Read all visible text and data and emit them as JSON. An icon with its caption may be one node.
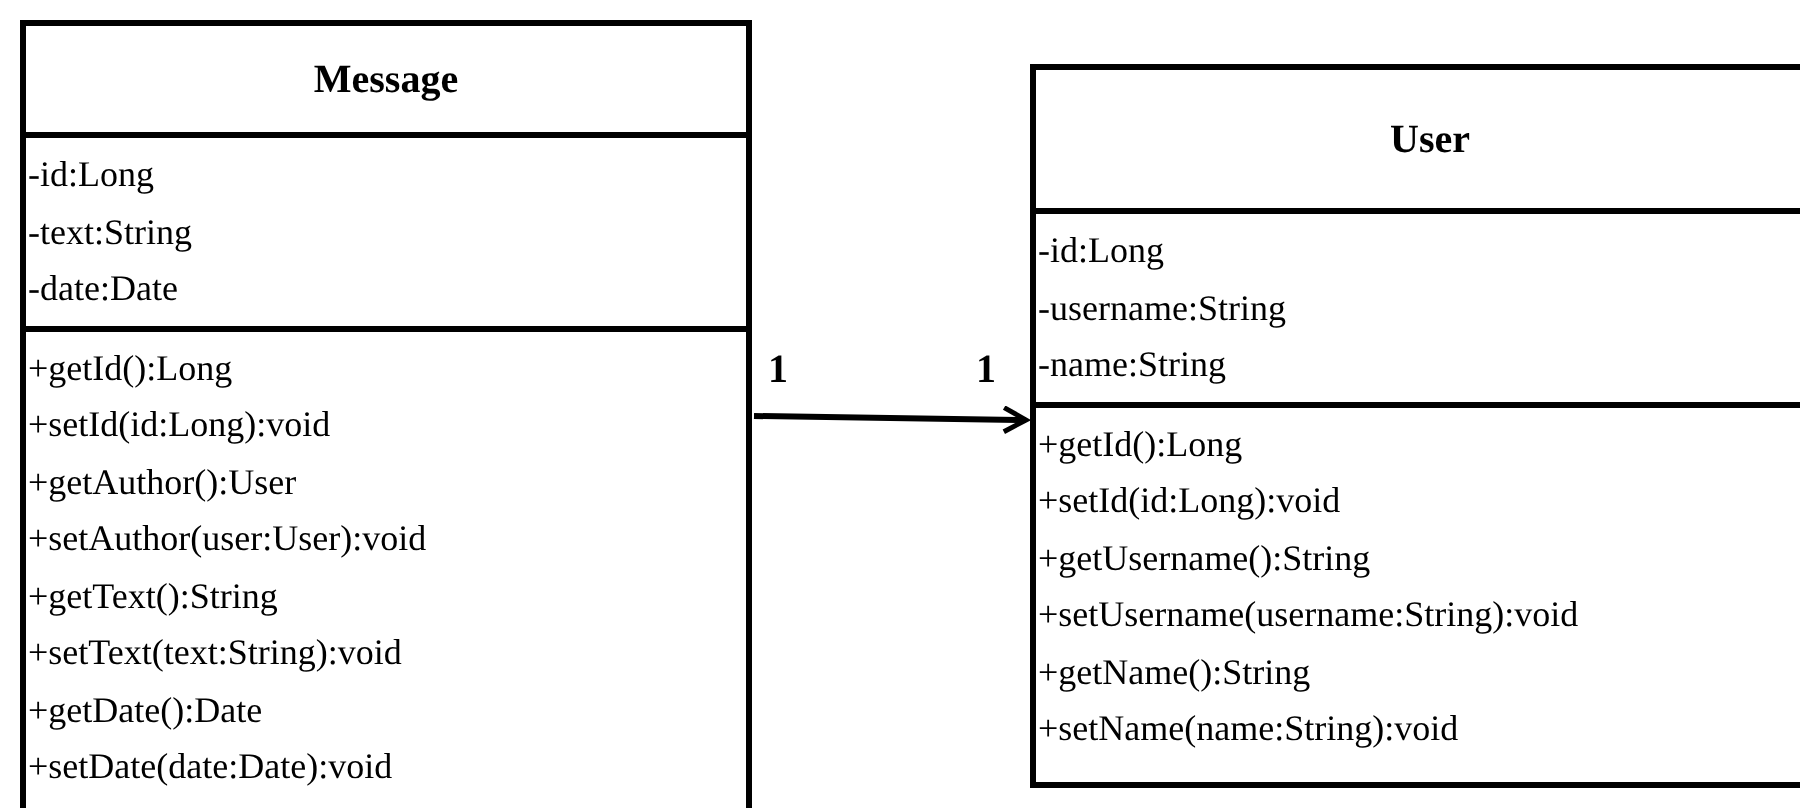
{
  "diagram": {
    "nodes": [
      {
        "text": [
          "Message"
        ]
      },
      {
        "text": [
          "-id:Long",
          "-text:String",
          "-date:Date"
        ],
        "in": 0
      },
      {
        "text": [
          "+getId():Long",
          "+setId(id:Long):void",
          "+getAuthor():User",
          "+setAuthor(user:User):void",
          "+getText():String",
          "+setText(text:String):void",
          "+getDate():Date",
          "+setDate(date:Date):void"
        ],
        "in": 0
      },
      {
        "text": [
          "User"
        ]
      },
      {
        "text": [
          "-id:Long",
          "-username:String",
          "-name:String"
        ],
        "in": 3
      },
      {
        "text": [
          "+getId():Long",
          "+setId(id:Long):void",
          "+getUsername():String",
          "+setUsername(username:String):void",
          "+getName():String",
          "+setName(name:String):void"
        ],
        "in": 3
      }
    ],
    "edges": [
      {
        "from": 0,
        "to": 3,
        "arrow": "to"
      }
    ],
    "labels": [
      "1",
      "1"
    ]
  }
}
